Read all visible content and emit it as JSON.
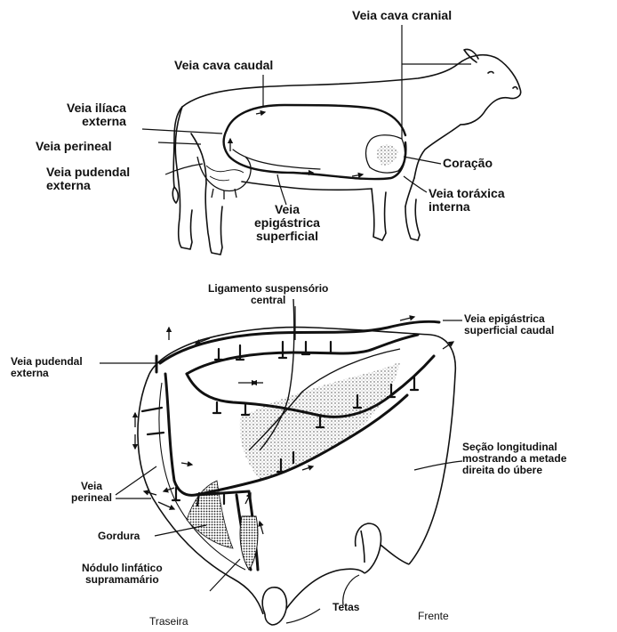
{
  "figure_top": {
    "labels": {
      "veia_cava_cranial": "Veia cava cranial",
      "veia_cava_caudal": "Veia cava caudal",
      "veia_iliaca_externa": [
        "Veia ilíaca",
        "externa"
      ],
      "veia_perineal": "Veia perineal",
      "veia_pudendal_externa": [
        "Veia pudendal",
        "externa"
      ],
      "veia_epigastrica_superficial": [
        "Veia",
        "epigástrica",
        "superficial"
      ],
      "coracao": "Coração",
      "veia_toraxica_interna": [
        "Veia toráxica",
        "interna"
      ]
    }
  },
  "figure_bottom": {
    "labels": {
      "ligamento_suspensorio_central": [
        "Ligamento suspensório",
        "central"
      ],
      "veia_epigastrica_superficial_caudal": [
        "Veia epigástrica",
        "superficial caudal"
      ],
      "veia_pudendal_externa": [
        "Veia pudendal",
        "externa"
      ],
      "secao_longitudinal": [
        "Seção longitudinal",
        "mostrando a metade",
        "direita do úbere"
      ],
      "veia_perineal": [
        "Veia",
        "perineal"
      ],
      "gordura": "Gordura",
      "nodulo_linfatico_supramamario": [
        "Nódulo linfático",
        "supramamário"
      ],
      "tetas": "Tetas",
      "traseira": "Traseira",
      "frente": "Frente"
    }
  },
  "colors": {
    "ink": "#111111",
    "background": "#ffffff",
    "stipple": "#555555"
  }
}
